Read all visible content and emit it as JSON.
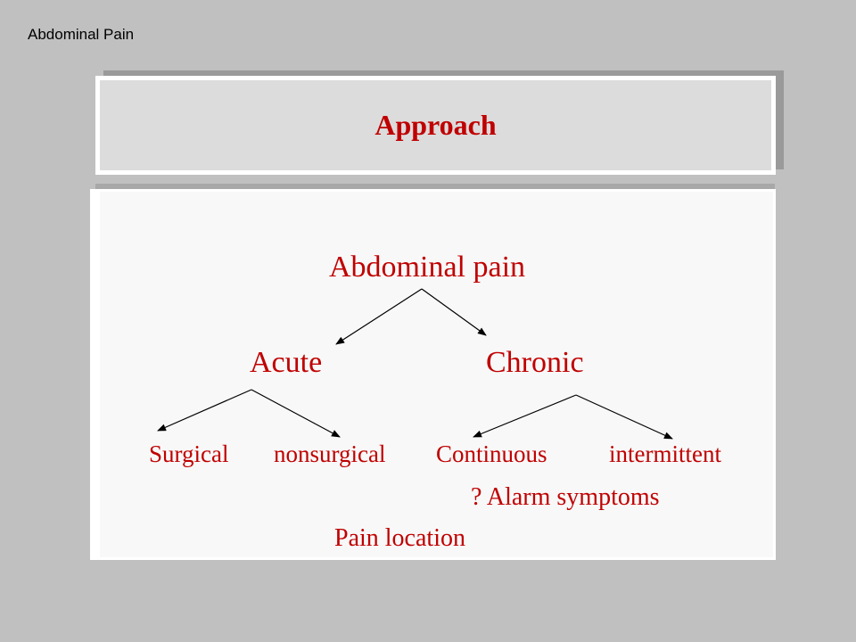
{
  "header": {
    "label": "Abdominal Pain"
  },
  "title": {
    "text": "Approach"
  },
  "diagram": {
    "root": "Abdominal pain",
    "level1": {
      "left": "Acute",
      "right": "Chronic"
    },
    "level2": {
      "surgical": "Surgical",
      "nonsurgical": "nonsurgical",
      "continuous": "Continuous",
      "intermittent": "intermittent"
    },
    "notes": {
      "alarm": "? Alarm symptoms",
      "location": "Pain location"
    }
  },
  "colors": {
    "background": "#c0c0c0",
    "title_fill": "#dcdcdc",
    "content_fill": "#f8f8f8",
    "text_accent": "#c00000",
    "arrow": "#000000"
  }
}
